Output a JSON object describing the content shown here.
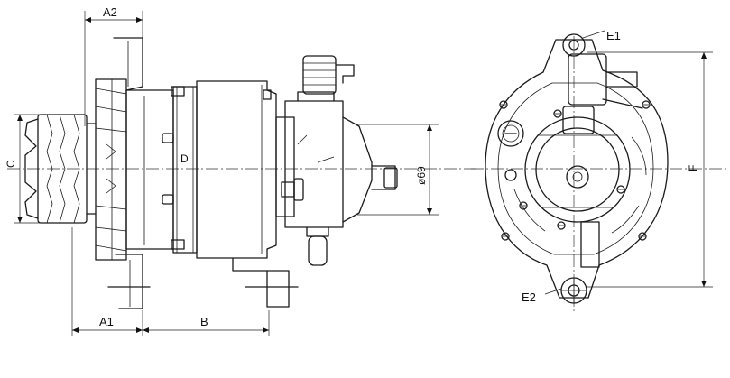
{
  "labels": {
    "a2": "A2",
    "a1": "A1",
    "b": "B",
    "c": "C",
    "phi": "ø69",
    "e1": "E1",
    "e2": "E2",
    "f": "F",
    "d": "D"
  }
}
